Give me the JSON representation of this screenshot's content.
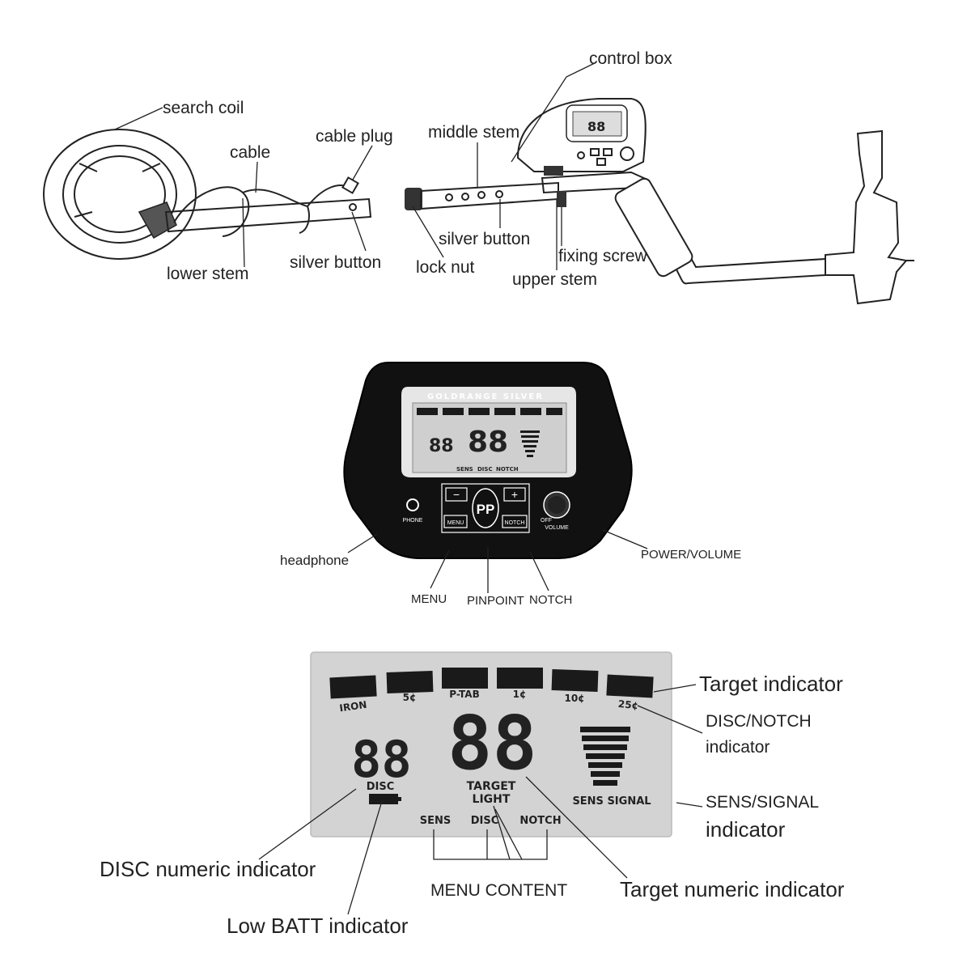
{
  "assembly": {
    "search_coil": "search coil",
    "cable": "cable",
    "cable_plug": "cable plug",
    "lower_stem": "lower stem",
    "silver_button_1": "silver button",
    "middle_stem": "middle stem",
    "control_box": "control box",
    "silver_button_2": "silver button",
    "lock_nut": "lock nut",
    "fixing_screw": "fixing screw",
    "upper_stem": "upper stem"
  },
  "control_panel": {
    "brand": "GOLDRANGE SILVER",
    "buttons": {
      "minus": "−",
      "plus": "+",
      "pinpoint": "PP",
      "menu": "MENU",
      "notch": "NOTCH"
    },
    "phone": "PHONE",
    "volume": "VOLUME",
    "off": "OFF",
    "callouts": {
      "headphone": "headphone",
      "menu": "MENU",
      "pinpoint": "PINPOINT",
      "notch": "NOTCH",
      "power_volume": "POWER/VOLUME"
    }
  },
  "lcd": {
    "targets": [
      "IRON",
      "5¢",
      "P-TAB",
      "1¢",
      "10¢",
      "25¢"
    ],
    "disc_digits": "88",
    "target_digits": "88",
    "disc": "DISC",
    "target": "TARGET",
    "light": "LIGHT",
    "sens_signal": "SENS SIGNAL",
    "menu_items": [
      "SENS",
      "DISC",
      "NOTCH"
    ]
  },
  "lcd_callouts": {
    "target_indicator": "Target indicator",
    "disc_notch_1": "DISC/NOTCH",
    "disc_notch_2": "indicator",
    "sens_signal_1": "SENS/SIGNAL",
    "sens_signal_2": "indicator",
    "disc_numeric": "DISC numeric indicator",
    "low_batt": "Low BATT indicator",
    "menu_content": "MENU CONTENT",
    "target_numeric": "Target numeric indicator"
  }
}
